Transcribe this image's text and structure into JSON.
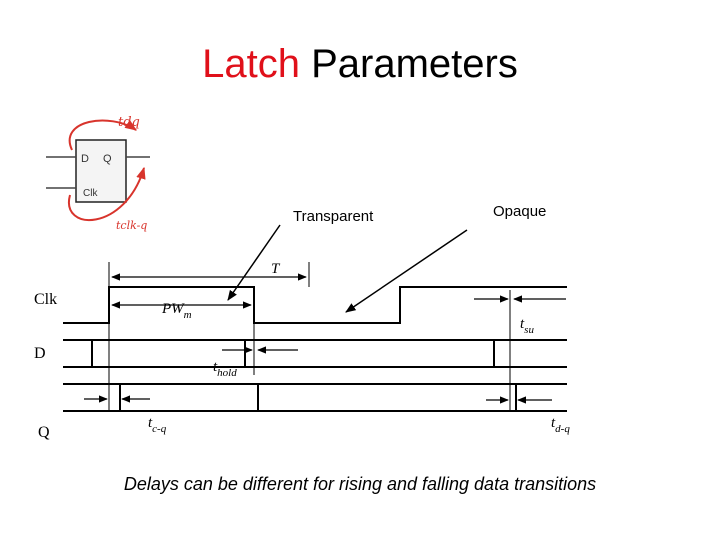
{
  "slide": {
    "title_accent": "Latch",
    "title_rest": "Parameters",
    "footer": "Delays can be different for rising and falling data transitions"
  },
  "latch_sketch": {
    "port_d": "D",
    "port_q": "Q",
    "port_clk": "Clk",
    "note_tdq": "tdq",
    "note_tclkq": "tclk-q"
  },
  "signals": {
    "clk": "Clk",
    "d": "D",
    "q": "Q"
  },
  "phases": {
    "transparent": "Transparent",
    "opaque": "Opaque"
  },
  "timing": {
    "period": "T",
    "pulse_width": "PW",
    "pulse_width_sub": "m",
    "setup": "t",
    "setup_sub": "su",
    "hold": "t",
    "hold_sub": "hold",
    "clk_to_q": "t",
    "clk_to_q_sub": "c-q",
    "d_to_q": "t",
    "d_to_q_sub": "d-q"
  },
  "colors": {
    "accent": "#e0101a",
    "ink": "#000000",
    "sketch_red": "#d8342c"
  }
}
